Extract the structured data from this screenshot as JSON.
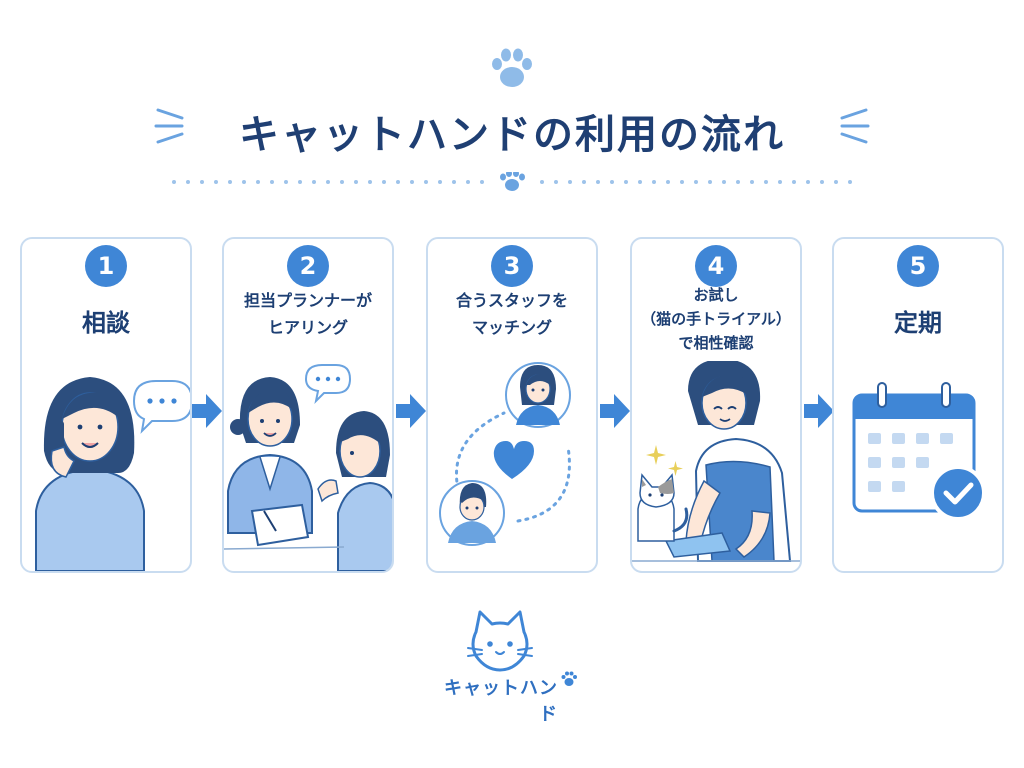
{
  "title": "キャットハンドの利用の流れ",
  "colors": {
    "accent": "#3f86d6",
    "title": "#1f3f73",
    "card_border": "#c9dcf0",
    "paw": "#8fbbe8",
    "arrow": "#3f86d6"
  },
  "steps": [
    {
      "number": "1",
      "label": "相談",
      "icon": "phone-call-person"
    },
    {
      "number": "2",
      "label": "担当プランナーが\nヒアリング",
      "icon": "interview-people"
    },
    {
      "number": "3",
      "label": "合うスタッフを\nマッチング",
      "icon": "matching-heart"
    },
    {
      "number": "4",
      "label": "お試し\n（猫の手トライアル）\nで相性確認",
      "icon": "trial-cleaning-cat"
    },
    {
      "number": "5",
      "label": "定期",
      "icon": "calendar-check"
    }
  ],
  "logo": {
    "text": "キャットハンド",
    "icon": "cat-face-icon"
  }
}
